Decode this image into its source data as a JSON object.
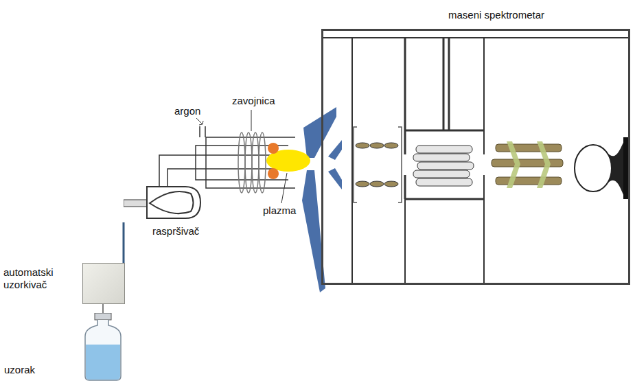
{
  "diagram": {
    "nodes": [
      {
        "text": [
          "maseni spektrometar"
        ]
      },
      {
        "text": [
          "raspršivač"
        ]
      },
      {
        "text": [
          "automatski uzorkivač"
        ]
      },
      {
        "text": [
          "uzorak"
        ]
      }
    ],
    "edges": [
      {
        "from": 3,
        "to": 2,
        "arrow": "none"
      },
      {
        "from": 2,
        "to": 1,
        "arrow": "none"
      }
    ],
    "labels": [
      "argon",
      "zavojnica",
      "plazma"
    ]
  }
}
